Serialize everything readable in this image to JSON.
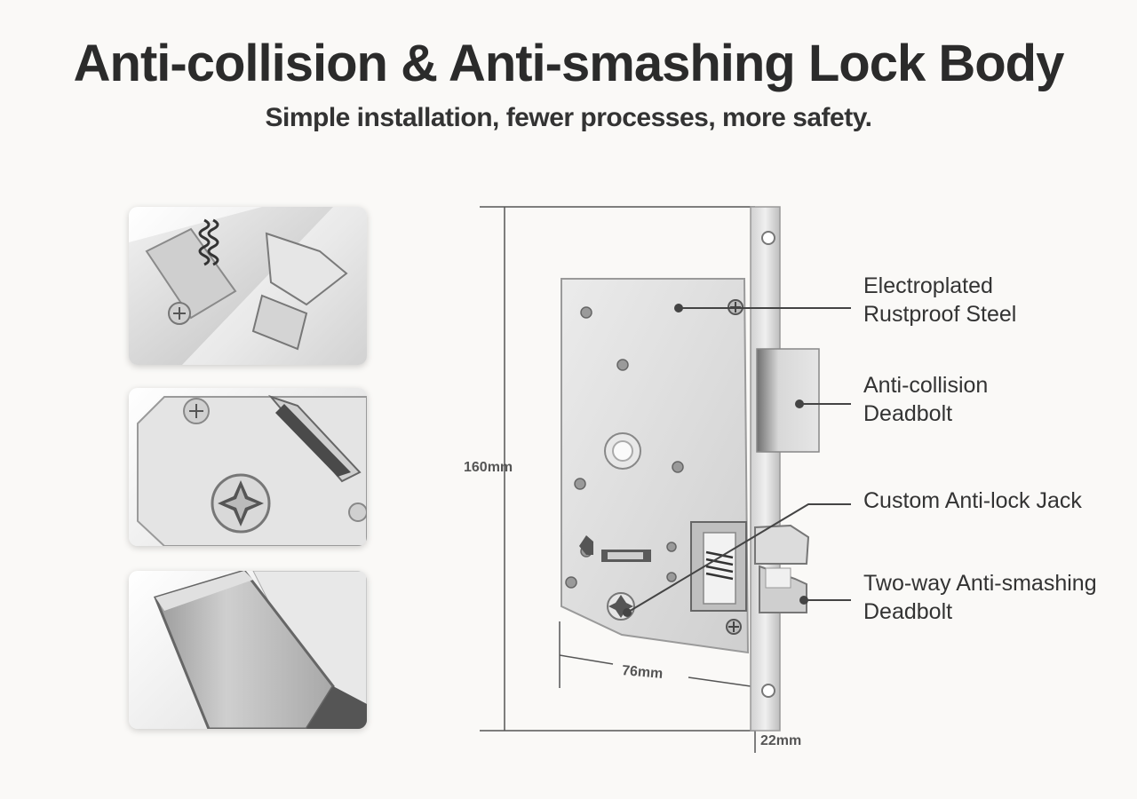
{
  "header": {
    "title": "Anti-collision & Anti-smashing Lock Body",
    "subtitle": "Simple installation, fewer processes, more safety."
  },
  "thumbnails": [
    {
      "icon": "spring-latch-closeup-icon"
    },
    {
      "icon": "spindle-hub-closeup-icon"
    },
    {
      "icon": "deadbolt-closeup-icon"
    }
  ],
  "callouts": [
    {
      "line1": "Electroplated",
      "line2": "Rustproof Steel"
    },
    {
      "line1": "Anti-collision",
      "line2": "Deadbolt"
    },
    {
      "line1": "Custom Anti-lock Jack",
      "line2": ""
    },
    {
      "line1": "Two-way Anti-smashing",
      "line2": "Deadbolt"
    }
  ],
  "dimensions": {
    "height": "160mm",
    "width": "76mm",
    "faceplate": "22mm"
  },
  "colors": {
    "background": "#faf9f7",
    "text": "#2e2e2e",
    "steel": "#d9d9d9",
    "leader": "#444444"
  }
}
